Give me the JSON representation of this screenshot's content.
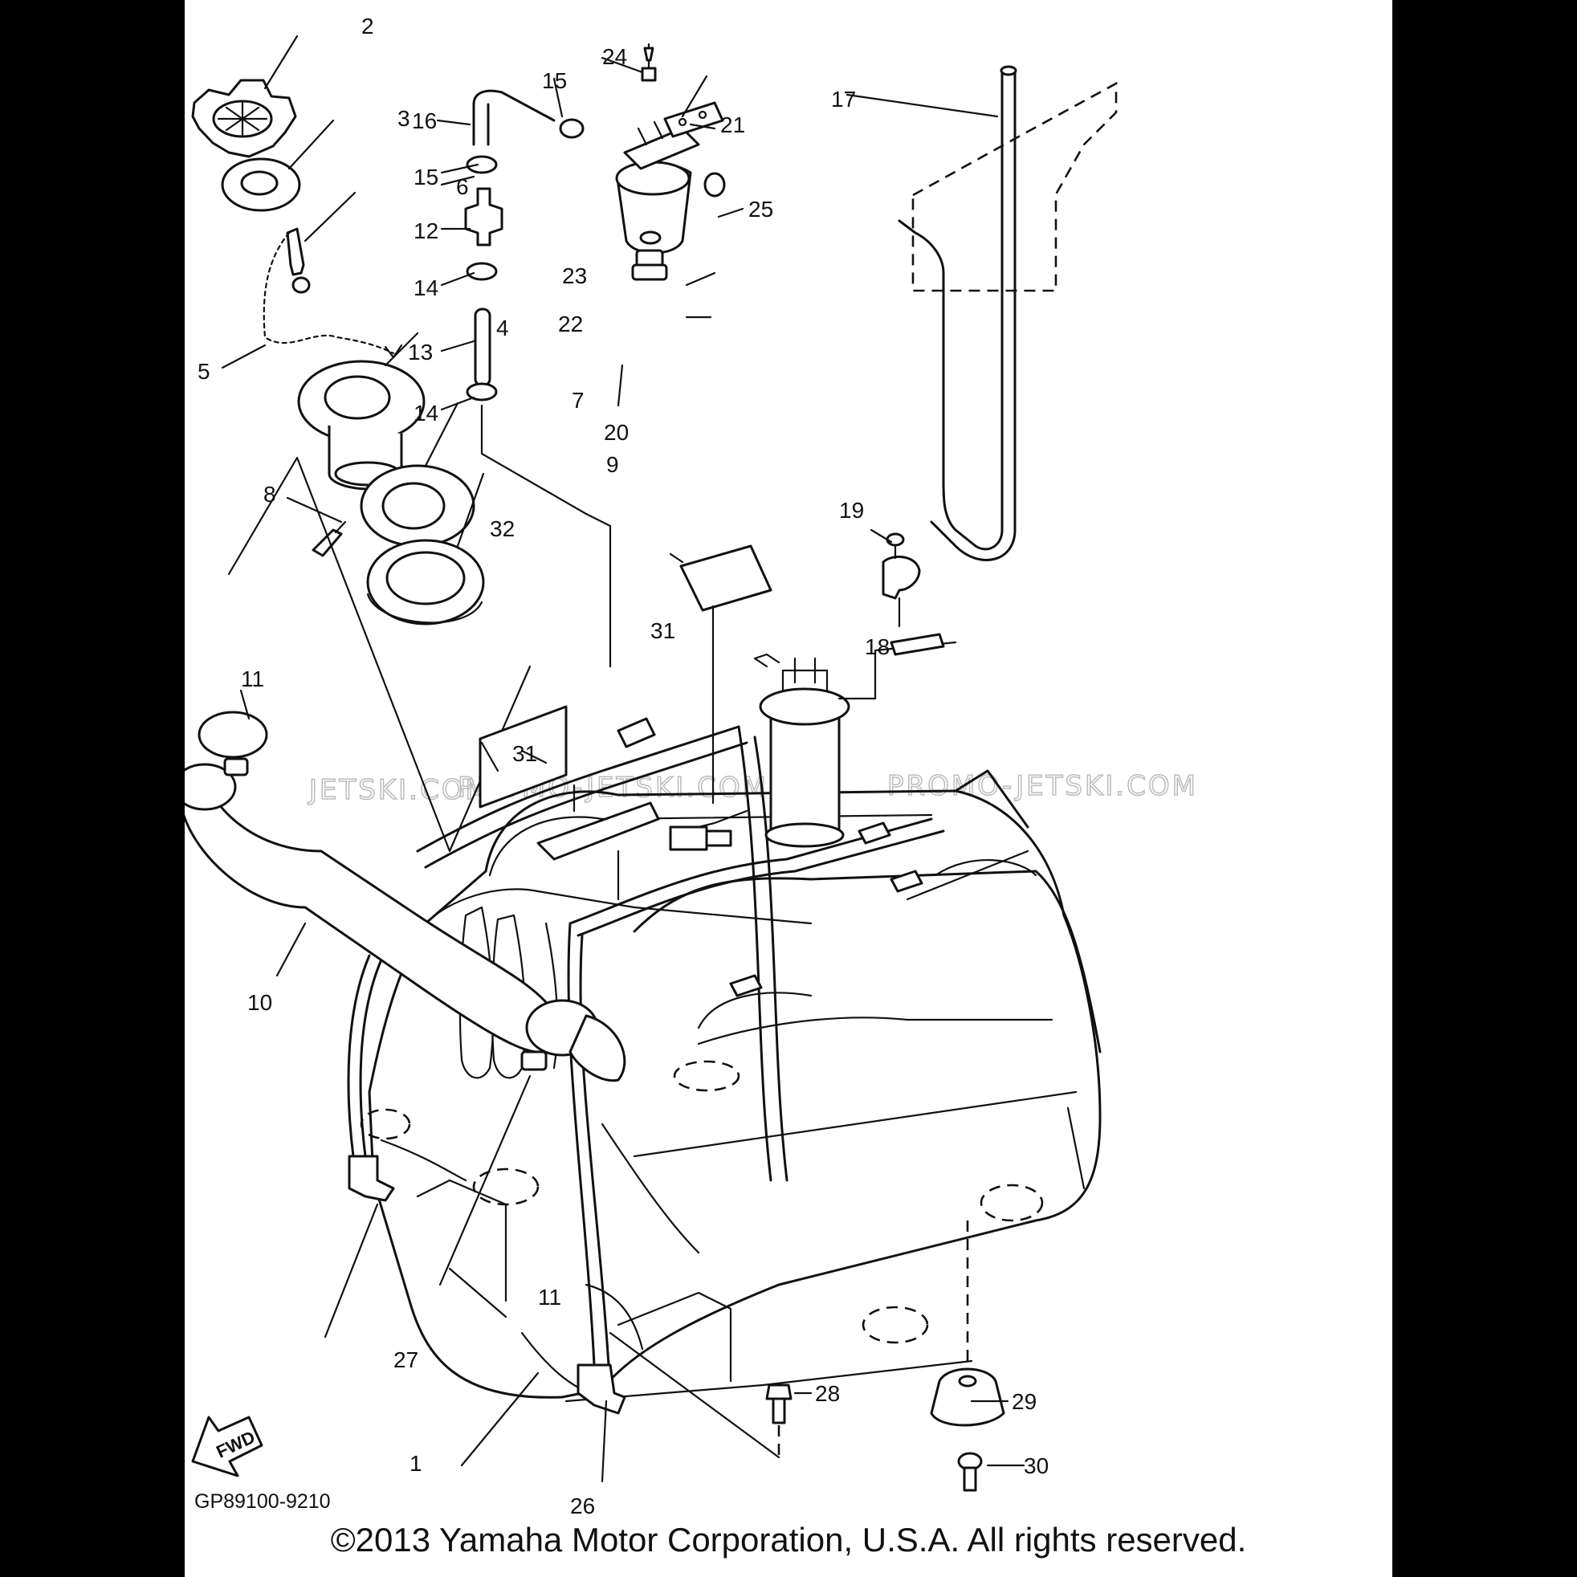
{
  "diagram": {
    "callouts": {
      "c1": "1",
      "c2": "2",
      "c3": "3",
      "c4": "4",
      "c5": "5",
      "c6": "6",
      "c7": "7",
      "c8": "8",
      "c9": "9",
      "c10": "10",
      "c11a": "11",
      "c11b": "11",
      "c12": "12",
      "c13": "13",
      "c14a": "14",
      "c14b": "14",
      "c15a": "15",
      "c15b": "15",
      "c16": "16",
      "c17": "17",
      "c18": "18",
      "c19": "19",
      "c20": "20",
      "c21": "21",
      "c22": "22",
      "c23": "23",
      "c24": "24",
      "c25": "25",
      "c26": "26",
      "c27": "27",
      "c28": "28",
      "c29": "29",
      "c30": "30",
      "c31a": "31",
      "c31b": "31",
      "c32": "32"
    },
    "fwd_label": "FWD",
    "watermark": {
      "left": "JETSKI.COM",
      "center": "PROMO-JETSKI.COM",
      "right": "PROMO-JETSKI.COM"
    },
    "drawing_code": "GP89100-9210"
  },
  "footer": {
    "copyright": "©2013 Yamaha Motor Corporation, U.S.A. All rights reserved."
  }
}
